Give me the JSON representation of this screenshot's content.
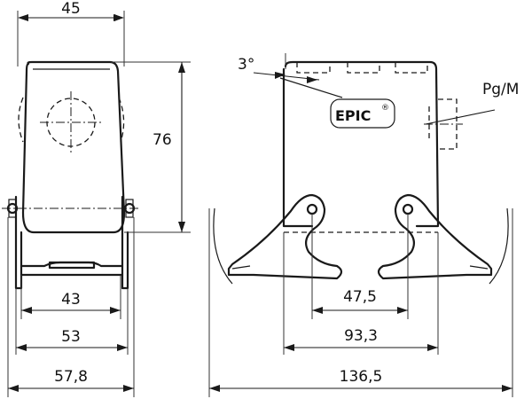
{
  "drawing": {
    "dimensions": {
      "top_width": "45",
      "height": "76",
      "width_43": "43",
      "width_53": "53",
      "width_57_8": "57,8",
      "angle": "3°",
      "thread": "Pg/M",
      "pitch_47_5": "47,5",
      "width_93_3": "93,3",
      "width_136_5": "136,5"
    },
    "brand_label": "EPIC",
    "registered_mark": "®"
  }
}
